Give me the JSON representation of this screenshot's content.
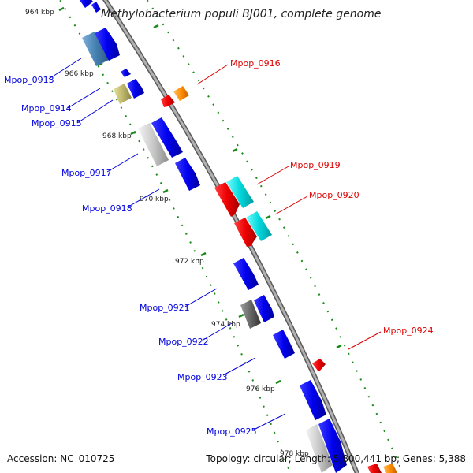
{
  "title": "Methylobacterium populi BJ001, complete genome",
  "accession": "Accession: NC_010725",
  "summary": "Topology: circular; Length: 5,800,441 bp; Genes: 5,388",
  "ticks": [
    {
      "label": "964 kbp"
    },
    {
      "label": "966 kbp"
    },
    {
      "label": "968 kbp"
    },
    {
      "label": "970 kbp"
    },
    {
      "label": "972 kbp"
    },
    {
      "label": "974 kbp"
    },
    {
      "label": "976 kbp"
    },
    {
      "label": "978 kbp"
    }
  ],
  "genes_left": [
    {
      "label": "Mpop_0913",
      "color": "#0000dd"
    },
    {
      "label": "Mpop_0914",
      "color": "#0000dd"
    },
    {
      "label": "Mpop_0915",
      "color": "#0000dd"
    },
    {
      "label": "Mpop_0917",
      "color": "#0000dd"
    },
    {
      "label": "Mpop_0918",
      "color": "#0000dd"
    },
    {
      "label": "Mpop_0921",
      "color": "#0000dd"
    },
    {
      "label": "Mpop_0922",
      "color": "#0000dd"
    },
    {
      "label": "Mpop_0923",
      "color": "#0000dd"
    },
    {
      "label": "Mpop_0925",
      "color": "#0000dd"
    }
  ],
  "genes_right": [
    {
      "label": "Mpop_0916",
      "color": "#dd0000"
    },
    {
      "label": "Mpop_0919",
      "color": "#dd0000"
    },
    {
      "label": "Mpop_0920",
      "color": "#dd0000"
    },
    {
      "label": "Mpop_0924",
      "color": "#dd0000"
    }
  ],
  "colors": {
    "forward_cds": "#0000e6",
    "reverse_cds": "#e60000",
    "backbone": "#8a8a8a",
    "tick_dots": "#1a8a1a",
    "steelblue_feature": "#4682b4",
    "khaki_feature": "#bdb76b",
    "silver_feature": "#c0c0c0",
    "cyan_feature": "#00ced1",
    "orange_feature": "#ff8c00",
    "gray_feature": "#555555"
  }
}
